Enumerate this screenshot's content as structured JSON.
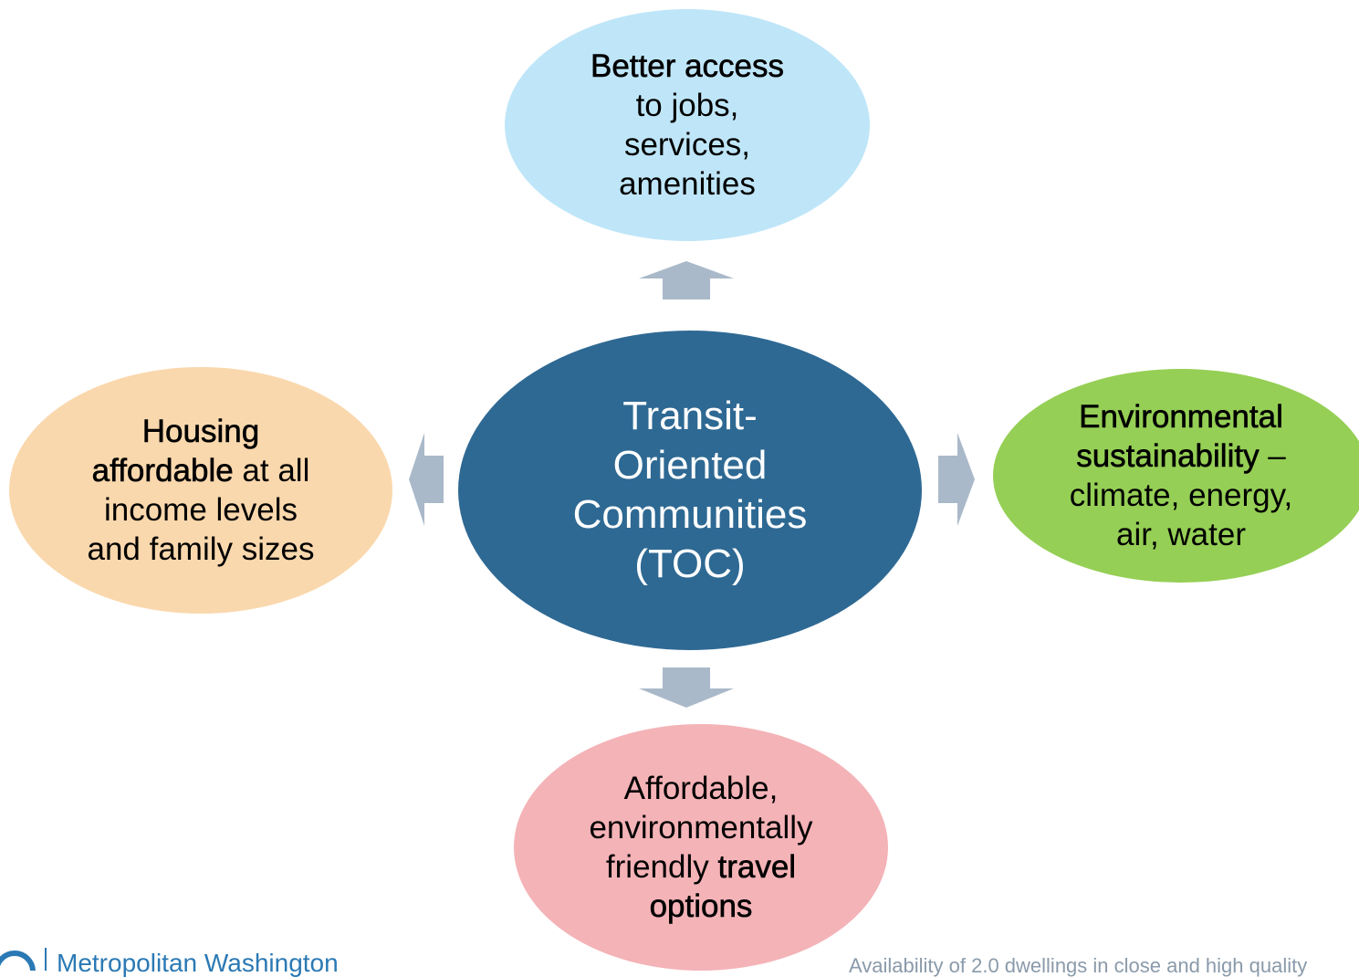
{
  "diagram": {
    "center": {
      "lines": [
        "Transit-",
        "Oriented",
        "Communities",
        "(TOC)"
      ]
    },
    "top": {
      "lines": [
        [
          {
            "t": "Better access",
            "b": true
          }
        ],
        [
          {
            "t": "to jobs,",
            "b": false
          }
        ],
        [
          {
            "t": "services,",
            "b": false
          }
        ],
        [
          {
            "t": "amenities",
            "b": false
          }
        ]
      ]
    },
    "left": {
      "lines": [
        [
          {
            "t": "Housing",
            "b": true
          }
        ],
        [
          {
            "t": "affordable",
            "b": true
          },
          {
            "t": " at all",
            "b": false
          }
        ],
        [
          {
            "t": "income levels",
            "b": false
          }
        ],
        [
          {
            "t": "and family sizes",
            "b": false
          }
        ]
      ]
    },
    "right": {
      "lines": [
        [
          {
            "t": "Environmental",
            "b": true
          }
        ],
        [
          {
            "t": "sustainability",
            "b": true
          },
          {
            "t": " –",
            "b": false
          }
        ],
        [
          {
            "t": "climate, energy,",
            "b": false
          }
        ],
        [
          {
            "t": "air, water",
            "b": false
          }
        ]
      ]
    },
    "bottom": {
      "lines": [
        [
          {
            "t": "Affordable,",
            "b": false
          }
        ],
        [
          {
            "t": "environmentally",
            "b": false
          }
        ],
        [
          {
            "t": "friendly ",
            "b": false
          },
          {
            "t": "travel",
            "b": true
          }
        ],
        [
          {
            "t": "options",
            "b": true
          }
        ]
      ]
    }
  },
  "footer": {
    "logo_text": "Metropolitan Washington",
    "note": "Availability of 2.0 dwellings in close and high quality"
  },
  "colors": {
    "center": "#2e6993",
    "top": "#bfe6f8",
    "left": "#fad8ad",
    "right": "#95cf55",
    "bottom": "#f4b3b7",
    "arrow": "#aab9c9"
  }
}
